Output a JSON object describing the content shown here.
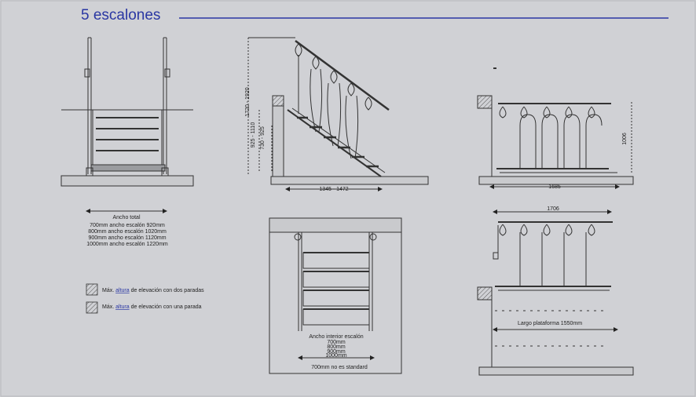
{
  "title": "5 escalones",
  "colors": {
    "accent": "#2a37a3",
    "background": "#d0d1d5",
    "line": "#333333"
  },
  "front_view": {
    "width_label": "Ancho total",
    "options": [
      "700mm ancho escalón 920mm",
      "800mm ancho escalón 1020mm",
      "900mm ancho escalón 1120mm",
      "1000mm ancho escalón 1220mm"
    ]
  },
  "legend": {
    "two_stops_prefix": "Máx.",
    "two_stops_word": "altura",
    "two_stops_suffix": "de elevación con dos paradas",
    "one_stop_prefix": "Máx.",
    "one_stop_word": "altura",
    "one_stop_suffix": "de elevación con una parada"
  },
  "side_view": {
    "dim_total_height": "1720 - 1920",
    "dim_mid_height": "925 - 1110",
    "dim_low_height": "730 - 925",
    "dim_length": "1345 - 1472"
  },
  "folded_view": {
    "dim_height": "1006",
    "dim_length": "1685"
  },
  "top_view": {
    "label": "Ancho interior  escalón",
    "sizes": [
      "700mm",
      "800mm",
      "900mm",
      "1000mm"
    ],
    "note": "700mm no es standard"
  },
  "platform_view": {
    "dim_width": "1706",
    "platform_label": "Largo plataforma  1550mm"
  }
}
